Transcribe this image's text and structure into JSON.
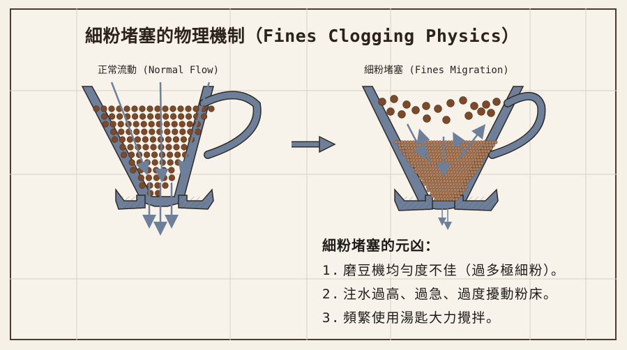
{
  "title": "細粉堵塞的物理機制（Fines Clogging Physics）",
  "panels": {
    "left_label": "正常流動 (Normal Flow)",
    "right_label": "細粉堵塞 (Fines Migration)"
  },
  "causes": {
    "heading": "細粉堵塞的元凶：",
    "items": [
      {
        "num": "1.",
        "text": "磨豆機均勻度不佳（過多極細粉）。"
      },
      {
        "num": "2.",
        "text": "注水過高、過急、過度擾動粉床。"
      },
      {
        "num": "3.",
        "text": "頻繁使用湯匙大力攪拌。"
      }
    ]
  },
  "colors": {
    "dripper": "#6e7f99",
    "dripper_outline": "#2f2a28",
    "grounds": "#7a4a2b",
    "fines": "#b07f5c",
    "arrow": "#6e7f99",
    "background": "#f6f1e7"
  }
}
